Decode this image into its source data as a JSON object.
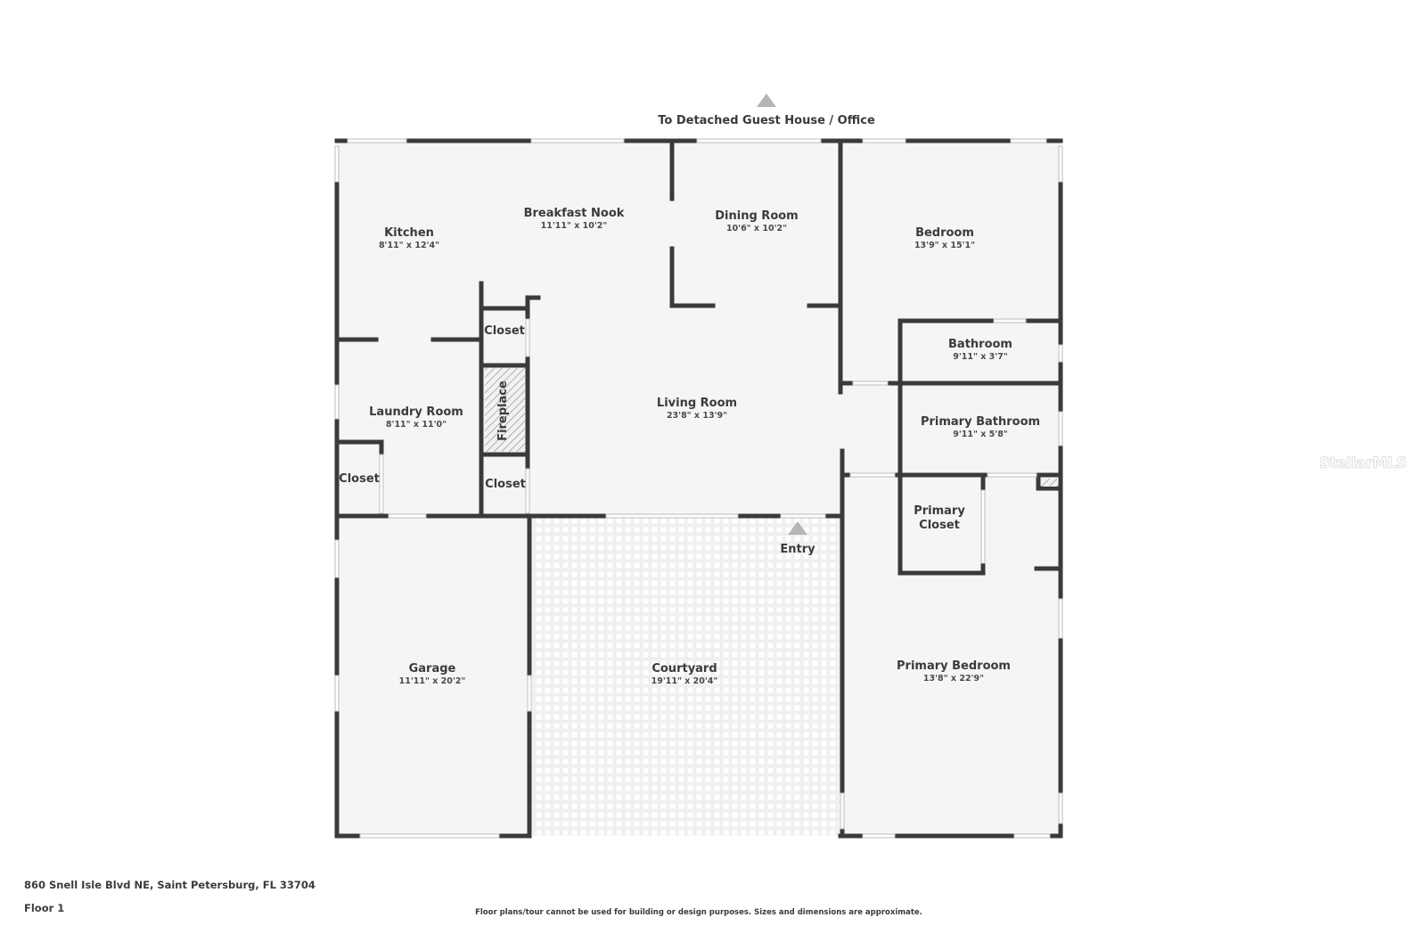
{
  "plan": {
    "floor": "Floor 1",
    "address": "860 Snell Isle Blvd NE, Saint Petersburg, FL 33704",
    "disclaimer": "Floor plans/tour cannot be used for building or design purposes. Sizes and dimensions are approximate.",
    "watermark": "StellarMLS",
    "colors": {
      "wall": "#3a3a3a",
      "floor": "#f5f5f5",
      "background": "#ffffff",
      "arrow": "#b5b5b5",
      "text": "#3b3b3b"
    }
  },
  "annotations": {
    "guest_house": {
      "label": "To Detached Guest House / Office",
      "icon": "arrow-up-icon"
    },
    "entry": {
      "label": "Entry",
      "icon": "arrow-up-icon"
    }
  },
  "rooms": {
    "kitchen": {
      "name": "Kitchen",
      "dims": "8'11\" x 12'4\""
    },
    "breakfast_nook": {
      "name": "Breakfast Nook",
      "dims": "11'11\" x 10'2\""
    },
    "dining_room": {
      "name": "Dining Room",
      "dims": "10'6\" x 10'2\""
    },
    "bedroom": {
      "name": "Bedroom",
      "dims": "13'9\" x 15'1\""
    },
    "bathroom": {
      "name": "Bathroom",
      "dims": "9'11\" x 3'7\""
    },
    "closet_upper": {
      "name": "Closet"
    },
    "fireplace": {
      "name": "Fireplace"
    },
    "living_room": {
      "name": "Living Room",
      "dims": "23'8\" x 13'9\""
    },
    "laundry_room": {
      "name": "Laundry Room",
      "dims": "8'11\" x 11'0\""
    },
    "primary_bathroom": {
      "name": "Primary Bathroom",
      "dims": "9'11\" x 5'8\""
    },
    "closet_laundry": {
      "name": "Closet"
    },
    "closet_lower": {
      "name": "Closet"
    },
    "primary_closet": {
      "name": "Primary Closet",
      "name_line1": "Primary",
      "name_line2": "Closet"
    },
    "garage": {
      "name": "Garage",
      "dims": "11'11\" x 20'2\""
    },
    "courtyard": {
      "name": "Courtyard",
      "dims": "19'11\" x 20'4\""
    },
    "primary_bedroom": {
      "name": "Primary Bedroom",
      "dims": "13'8\" x 22'9\""
    }
  }
}
